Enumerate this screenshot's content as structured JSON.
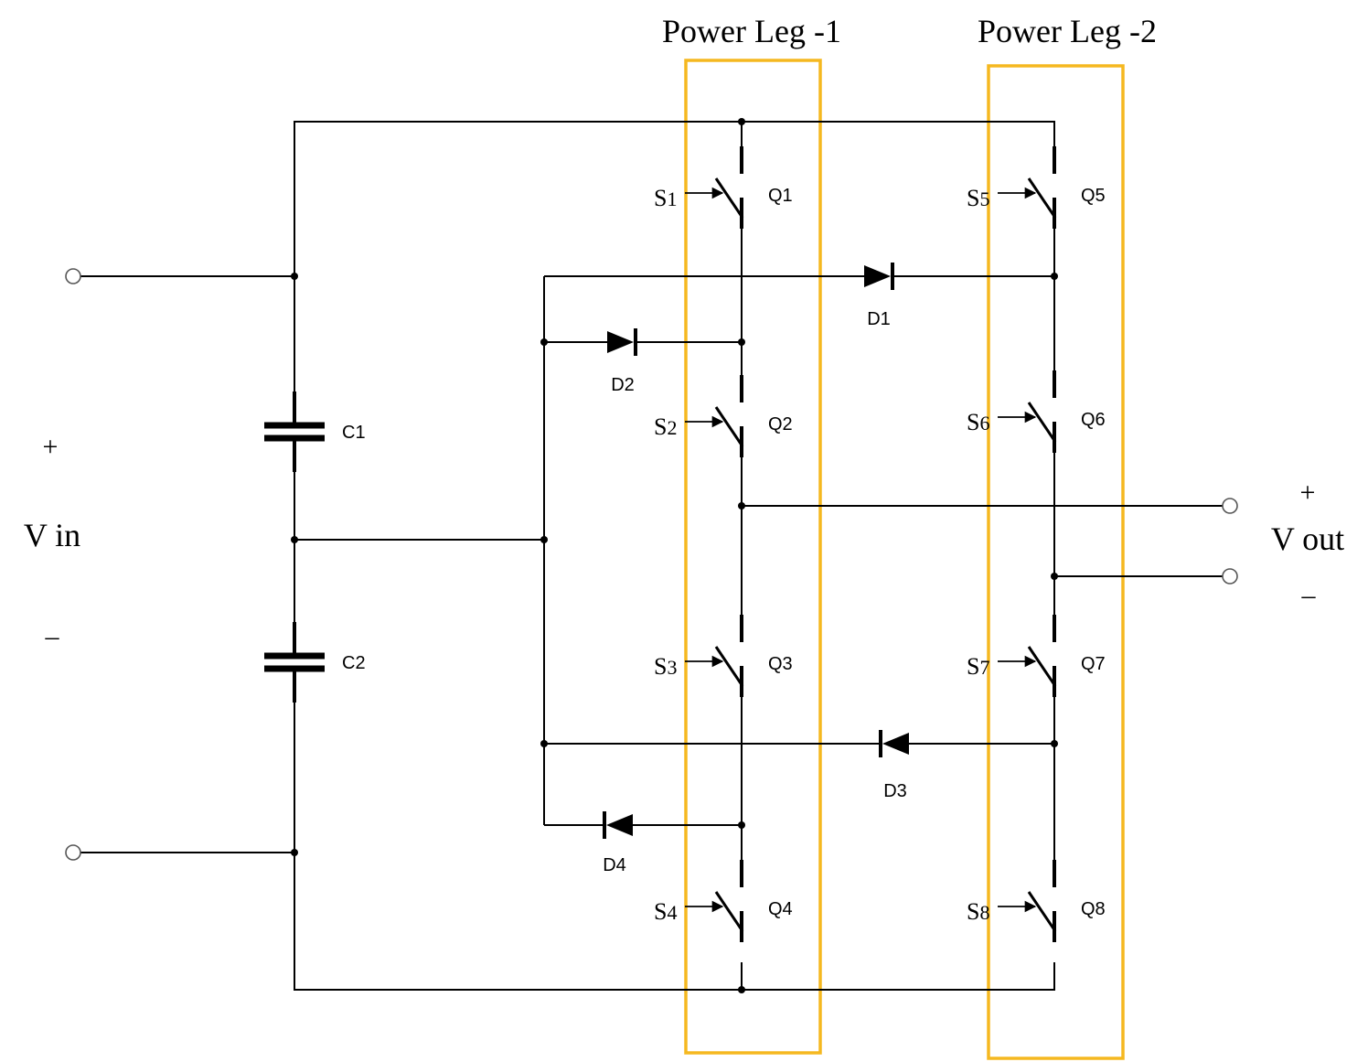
{
  "colors": {
    "leg_highlight": "#F5B820",
    "wire": "#000000"
  },
  "legs": [
    {
      "title": "Power Leg -1"
    },
    {
      "title": "Power Leg -2"
    }
  ],
  "input": {
    "label": "V in",
    "plus": "+",
    "minus": "–"
  },
  "output": {
    "label": "V out",
    "plus": "+",
    "minus": "–"
  },
  "capacitors": [
    {
      "label": "C1"
    },
    {
      "label": "C2"
    }
  ],
  "diodes": [
    {
      "label": "D1"
    },
    {
      "label": "D2"
    },
    {
      "label": "D3"
    },
    {
      "label": "D4"
    }
  ],
  "switches": [
    {
      "gate": "S",
      "gate_sub": "1",
      "label": "Q1"
    },
    {
      "gate": "S",
      "gate_sub": "2",
      "label": "Q2"
    },
    {
      "gate": "S",
      "gate_sub": "3",
      "label": "Q3"
    },
    {
      "gate": "S",
      "gate_sub": "4",
      "label": "Q4"
    },
    {
      "gate": "S",
      "gate_sub": "5",
      "label": "Q5"
    },
    {
      "gate": "S",
      "gate_sub": "6",
      "label": "Q6"
    },
    {
      "gate": "S",
      "gate_sub": "7",
      "label": "Q7"
    },
    {
      "gate": "S",
      "gate_sub": "8",
      "label": "Q8"
    }
  ]
}
